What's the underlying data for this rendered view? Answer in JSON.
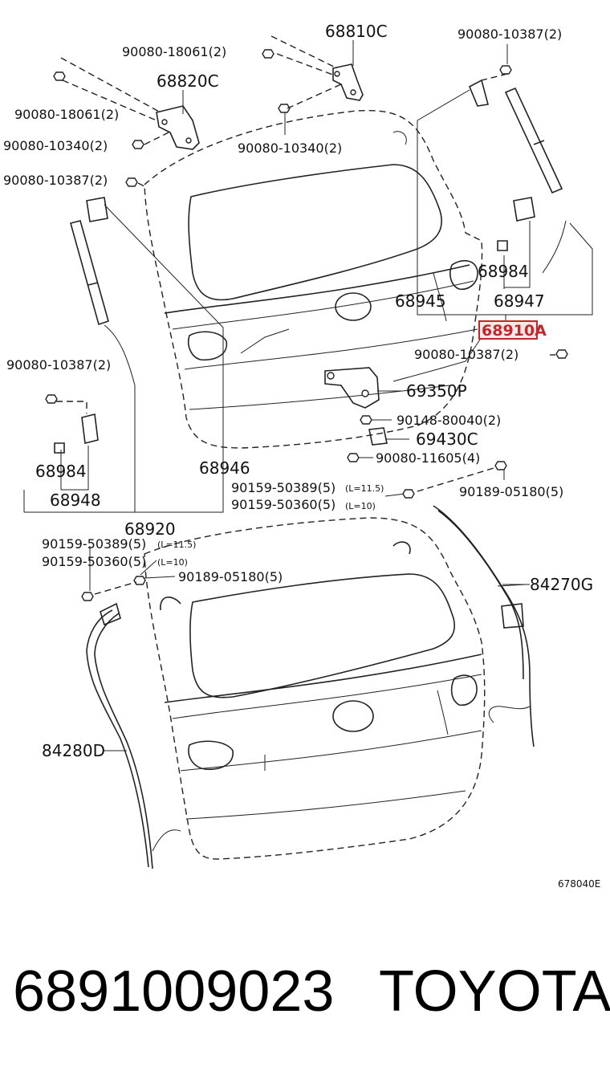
{
  "labels": {
    "p68810C": "68810C",
    "p90080_18061_top": "90080-18061(2)",
    "p90080_10387_topright": "90080-10387(2)",
    "p68820C": "68820C",
    "p90080_18061_left": "90080-18061(2)",
    "p90080_10340_left": "90080-10340(2)",
    "p90080_10340_mid": "90080-10340(2)",
    "p90080_10387_left": "90080-10387(2)",
    "p68984_right": "68984",
    "p68945": "68945",
    "p68947": "68947",
    "p68910A": "68910A",
    "p90080_10387_mid": "90080-10387(2)",
    "p90080_10387_lower": "90080-10387(2)",
    "p69350P": "69350P",
    "p90148_80040": "90148-80040(2)",
    "p69430C": "69430C",
    "p90080_11605": "90080-11605(4)",
    "p68984_left": "68984",
    "p68946": "68946",
    "p68948": "68948",
    "p90159_50389_r": "90159-50389(5)",
    "p90159_50389_r_len": "(L=11.5)",
    "p90159_50360_r": "90159-50360(5)",
    "p90159_50360_r_len": "(L=10)",
    "p90189_05180_r": "90189-05180(5)",
    "p68920": "68920",
    "p90159_50389_l": "90159-50389(5)",
    "p90159_50389_l_len": "(L=11.5)",
    "p90159_50360_l": "90159-50360(5)",
    "p90159_50360_l_len": "(L=10)",
    "p90189_05180_l": "90189-05180(5)",
    "p84270G": "84270G",
    "p84280D": "84280D",
    "diagram_code": "678040E"
  },
  "footer": {
    "part_number": "6891009023",
    "brand": "TOYOTA"
  },
  "colors": {
    "highlight": "#c0282d",
    "ink": "#222222"
  }
}
